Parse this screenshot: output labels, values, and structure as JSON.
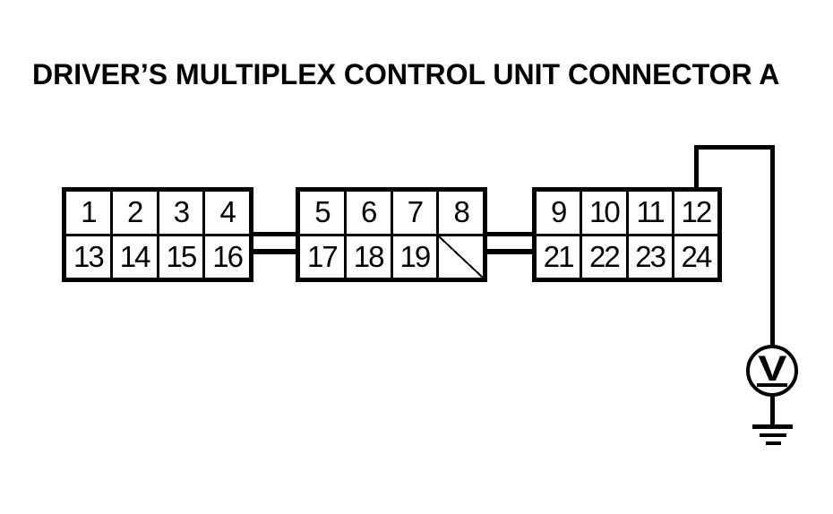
{
  "title": "DRIVER’S MULTIPLEX CONTROL UNIT CONNECTOR A",
  "connector": {
    "blocks": [
      {
        "rows": [
          [
            "1",
            "2",
            "3",
            "4"
          ],
          [
            "13",
            "14",
            "15",
            "16"
          ]
        ]
      },
      {
        "rows": [
          [
            "5",
            "6",
            "7",
            "8"
          ],
          [
            "17",
            "18",
            "19",
            null
          ]
        ]
      },
      {
        "rows": [
          [
            "9",
            "10",
            "11",
            "12"
          ],
          [
            "21",
            "22",
            "23",
            "24"
          ]
        ]
      }
    ],
    "empty_cell_style": "diagonal-slash"
  },
  "probe": {
    "voltmeter_label": "V",
    "measured_pin": "12",
    "reference": "ground"
  },
  "colors": {
    "ink": "#000000",
    "paper": "#ffffff"
  }
}
